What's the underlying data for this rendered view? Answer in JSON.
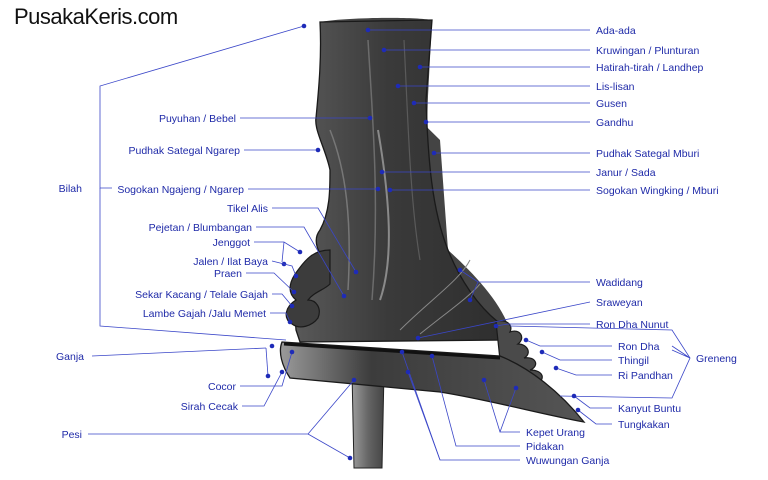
{
  "site": {
    "logo": "PusakaKeris.com"
  },
  "labels": {
    "ada_ada": "Ada-ada",
    "kruwingan": "Kruwingan / Plunturan",
    "hatirah": "Hatirah-tirah / Landhep",
    "lis_lisan": "Lis-lisan",
    "gusen": "Gusen",
    "gandhu": "Gandhu",
    "puyuhan": "Puyuhan / Bebel",
    "pudhak_ngarep": "Pudhak Sategal Ngarep",
    "pudhak_mburi": "Pudhak Sategal Mburi",
    "janur": "Janur / Sada",
    "sogokan_ngarep": "Sogokan Ngajeng / Ngarep",
    "sogokan_mburi": "Sogokan Wingking / Mburi",
    "bilah": "Bilah",
    "tikel_alis": "Tikel Alis",
    "pejetan": "Pejetan / Blumbangan",
    "jenggot": "Jenggot",
    "jalen": "Jalen / Ilat Baya",
    "praen": "Praen",
    "sekar_kacang": "Sekar Kacang / Telale Gajah",
    "lambe_gajah": "Lambe Gajah /Jalu Memet",
    "wadidang": "Wadidang",
    "sraweyan": "Sraweyan",
    "ron_dha_nunut": "Ron Dha Nunut",
    "ron_dha": "Ron Dha",
    "thingil": "Thingil",
    "ri_pandhan": "Ri Pandhan",
    "greneng": "Greneng",
    "ganja": "Ganja",
    "cocor": "Cocor",
    "sirah_cecak": "Sirah Cecak",
    "kanyut_buntu": "Kanyut Buntu",
    "tungkakan": "Tungkakan",
    "pesi": "Pesi",
    "kepet_urang": "Kepet Urang",
    "pidakan": "Pidakan",
    "wuwungan_ganja": "Wuwungan Ganja"
  },
  "colors": {
    "label": "#1f2aa8",
    "leader": "#3a46c8",
    "blade": "#3d3d3d",
    "ganja": "#4a4a4a",
    "pesi": "#6b6b6b"
  }
}
